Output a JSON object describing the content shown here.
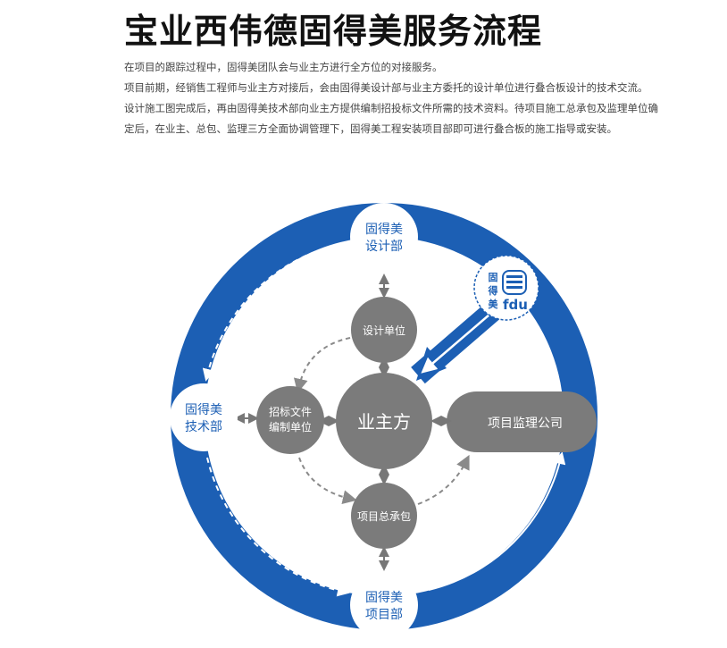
{
  "title": "宝业西伟德固得美服务流程",
  "intro": [
    "在项目的跟踪过程中，固得美团队会与业主方进行全方位的对接服务。",
    "项目前期，经销售工程师与业主方对接后，会由固得美设计部与业主方委托的设计单位进行叠合板设计的技术交流。",
    "设计施工图完成后，再由固得美技术部向业主方提供编制招投标文件所需的技术资料。待项目施工总承包及监理单位确定后，在业主、总包、监理三方全面协调管理下，固得美工程安装项目部即可进行叠合板的施工指导或安装。"
  ],
  "nodes": {
    "design_dept": [
      "固得美",
      "设计部"
    ],
    "tech_dept": [
      "固得美",
      "技术部"
    ],
    "project_dept": [
      "固得美",
      "项目部"
    ],
    "design_unit": "设计单位",
    "bid_unit": [
      "招标文件",
      "编制单位"
    ],
    "owner": "业主方",
    "contractor": "项目总承包",
    "supervisor": "项目监理公司"
  },
  "logo": {
    "chars": [
      "固",
      "得",
      "美"
    ],
    "text": "fdu"
  },
  "colors": {
    "ring_blue": "#1c5fb4",
    "node_gray": "#7b7b7b",
    "node_text_blue": "#1c5fb4"
  }
}
